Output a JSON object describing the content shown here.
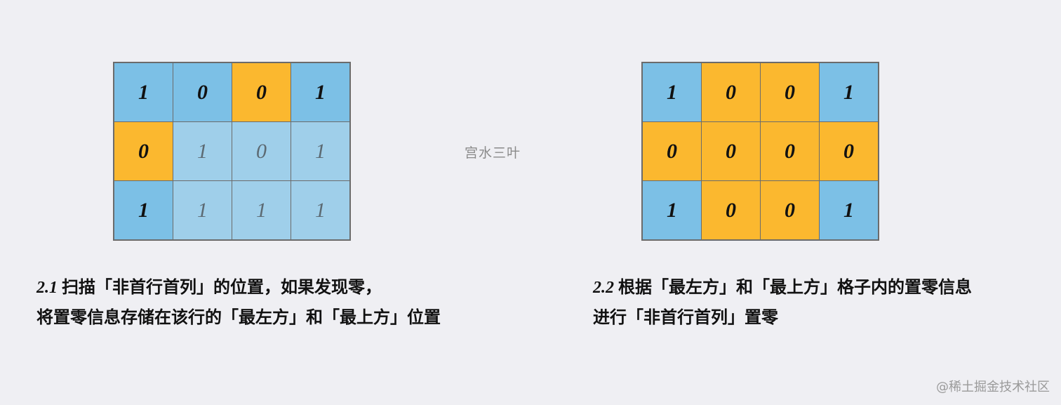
{
  "left_grid": {
    "cells": [
      {
        "value": "1",
        "fill": "blue"
      },
      {
        "value": "0",
        "fill": "blue"
      },
      {
        "value": "0",
        "fill": "yellow"
      },
      {
        "value": "1",
        "fill": "blue"
      },
      {
        "value": "0",
        "fill": "yellow"
      },
      {
        "value": "1",
        "fill": "lightblue"
      },
      {
        "value": "0",
        "fill": "lightblue"
      },
      {
        "value": "1",
        "fill": "lightblue"
      },
      {
        "value": "1",
        "fill": "blue"
      },
      {
        "value": "1",
        "fill": "lightblue"
      },
      {
        "value": "1",
        "fill": "lightblue"
      },
      {
        "value": "1",
        "fill": "lightblue"
      }
    ]
  },
  "right_grid": {
    "cells": [
      {
        "value": "1",
        "fill": "blue"
      },
      {
        "value": "0",
        "fill": "yellow"
      },
      {
        "value": "0",
        "fill": "yellow"
      },
      {
        "value": "1",
        "fill": "blue"
      },
      {
        "value": "0",
        "fill": "yellow"
      },
      {
        "value": "0",
        "fill": "yellow"
      },
      {
        "value": "0",
        "fill": "yellow"
      },
      {
        "value": "0",
        "fill": "yellow"
      },
      {
        "value": "1",
        "fill": "blue"
      },
      {
        "value": "0",
        "fill": "yellow"
      },
      {
        "value": "0",
        "fill": "yellow"
      },
      {
        "value": "1",
        "fill": "blue"
      }
    ]
  },
  "colors": {
    "blue": "#7cc0e6",
    "yellow": "#fbb82f",
    "lightblue": "#9fcfea",
    "background": "#efeff3"
  },
  "center_label": "宫水三叶",
  "caption_left": {
    "number": "2.1",
    "line1": "扫描「非首行首列」的位置，如果发现零，",
    "line2": "将置零信息存储在该行的「最左方」和「最上方」位置"
  },
  "caption_right": {
    "number": "2.2",
    "line1": "根据「最左方」和「最上方」格子内的置零信息",
    "line2": "进行「非首行首列」置零"
  },
  "watermark": "@稀土掘金技术社区"
}
